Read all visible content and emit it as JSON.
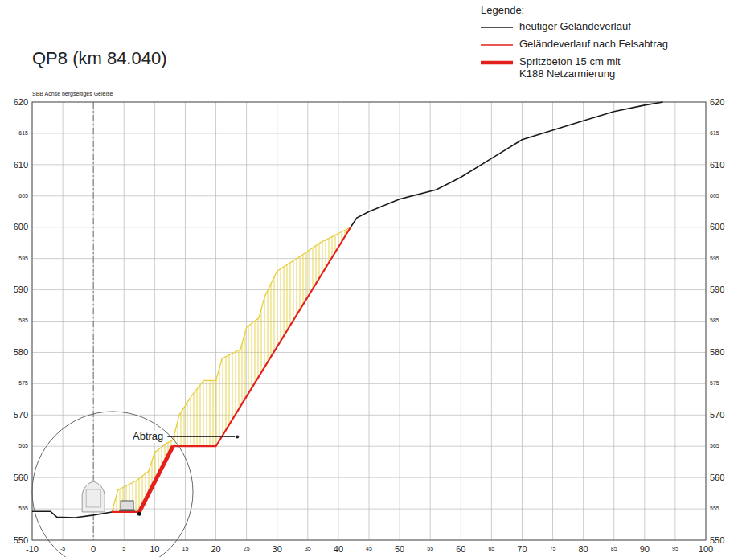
{
  "diagram": {
    "title": "QP8 (km 84.040)",
    "labels": [
      "Legende:",
      "SBB Achse bergseitiges Geleise",
      "Abtrag",
      "620",
      "615",
      "610",
      "605",
      "600",
      "595",
      "590",
      "585",
      "580",
      "575",
      "570",
      "565",
      "560",
      "555",
      "550",
      "620",
      "615",
      "610",
      "605",
      "600",
      "595",
      "590",
      "585",
      "580",
      "575",
      "570",
      "565",
      "560",
      "555",
      "550",
      "-10",
      "-5",
      "0",
      "5",
      "10",
      "15",
      "20",
      "25",
      "30",
      "35",
      "40",
      "45",
      "50",
      "55",
      "60",
      "65",
      "70",
      "75",
      "80",
      "85",
      "90",
      "95",
      "100"
    ],
    "legend": [
      {
        "text": "heutiger Geländeverlauf"
      },
      {
        "text": "Geländeverlauf nach Felsabtrag"
      },
      {
        "text": "Spritzbeton 15 cm mit K188 Netzarmierung"
      }
    ]
  }
}
